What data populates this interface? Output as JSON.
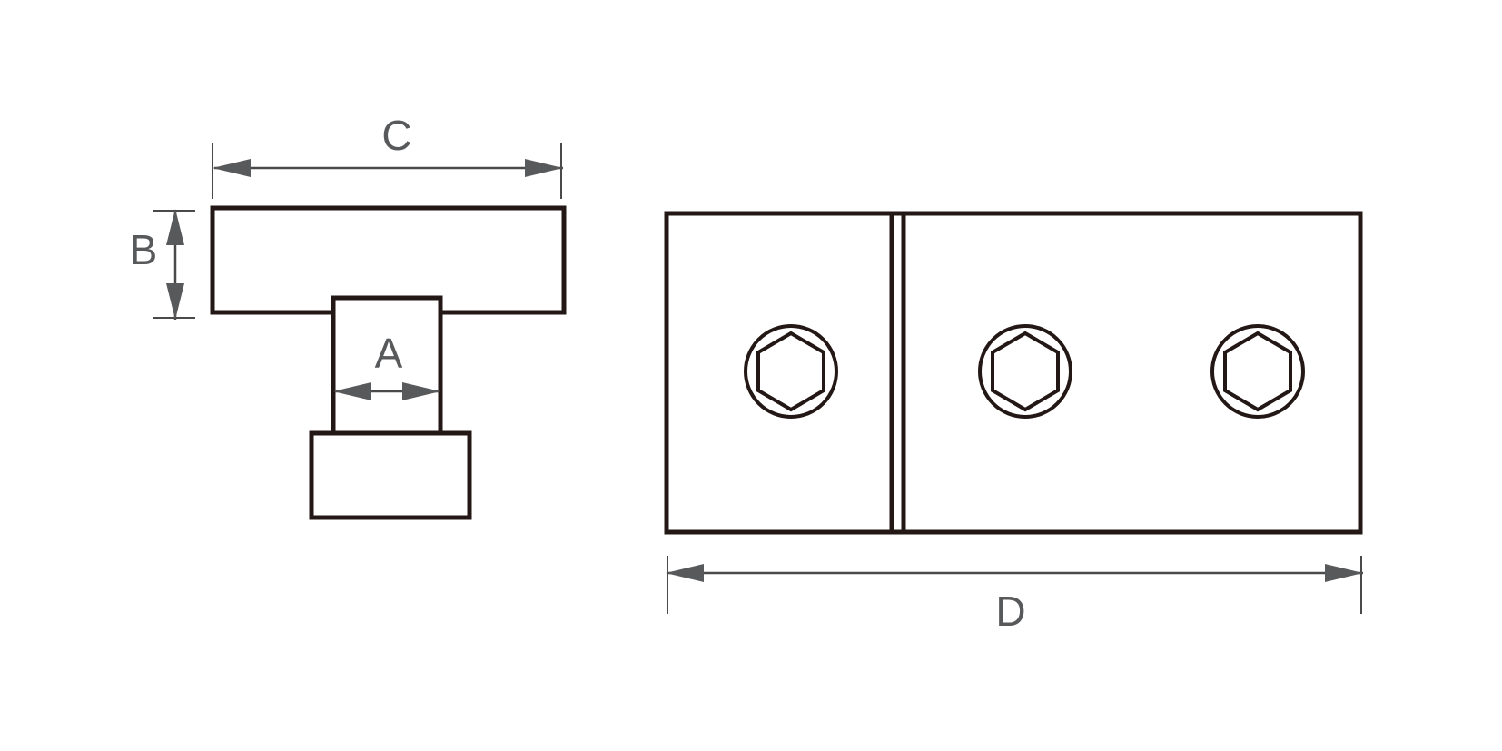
{
  "dimensions": {
    "a": "A",
    "b": "B",
    "c": "C",
    "d": "D"
  },
  "colors": {
    "outline": "#231815",
    "dimension": "#58595b",
    "background": "#ffffff"
  }
}
